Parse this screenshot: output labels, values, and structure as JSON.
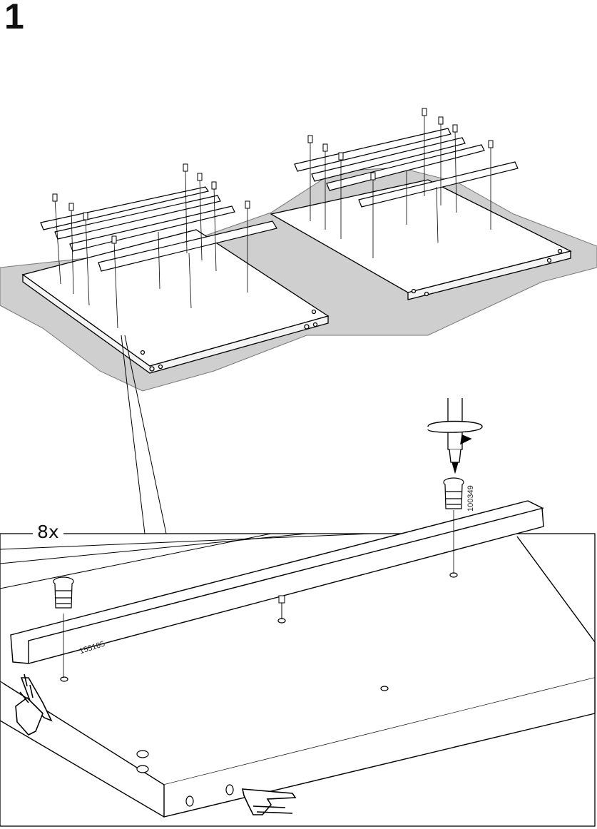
{
  "step": {
    "number": "1"
  },
  "detail": {
    "quantity": "8x"
  },
  "parts": [
    {
      "id": "155105"
    },
    {
      "id": "100349"
    }
  ],
  "icons": [
    "screwdriver-icon",
    "rotate-clockwise-icon",
    "pointing-hand-icon",
    "hand-holding-icon"
  ],
  "colors": {
    "line": "#000000",
    "rug": "#cfcfcf",
    "background": "#ffffff"
  }
}
